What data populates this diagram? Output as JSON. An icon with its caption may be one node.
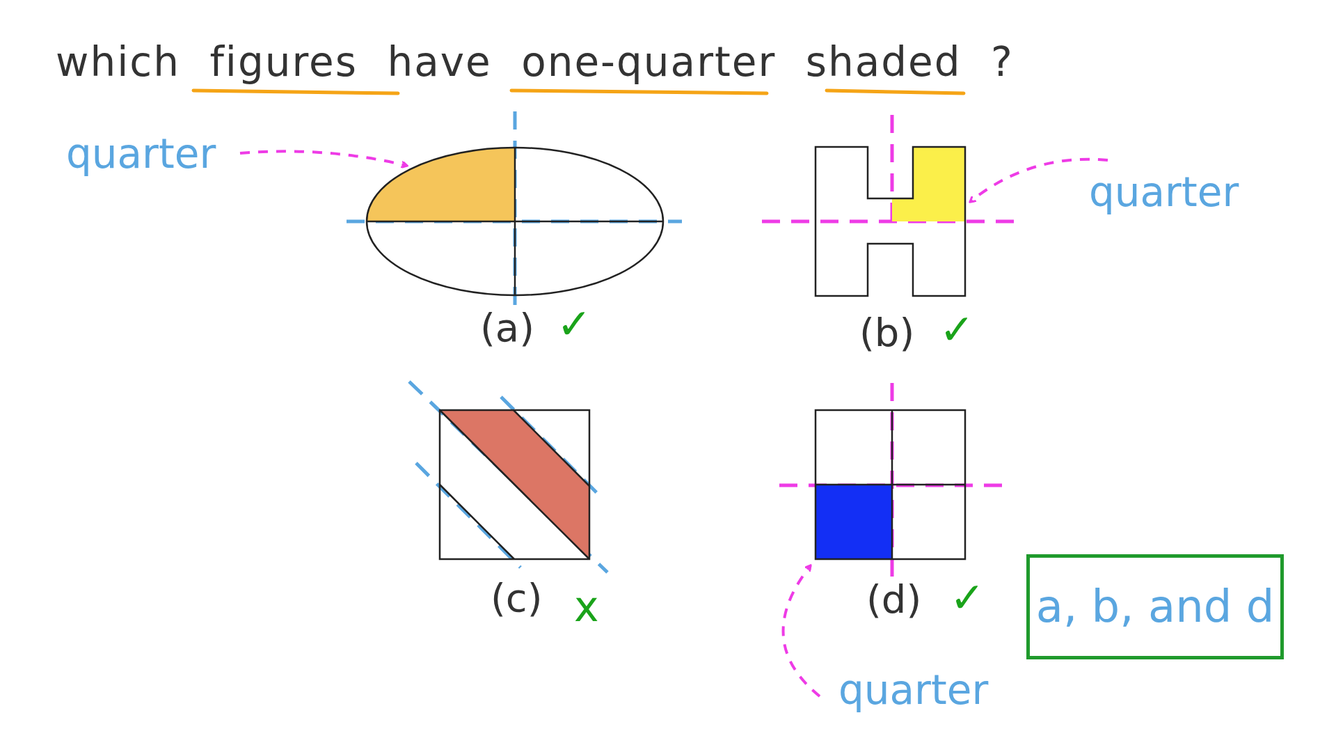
{
  "diagram": {
    "title": "which figures have one-quarter shaded ?",
    "nodes": [
      {
        "text": [
          "quarter"
        ]
      },
      {
        "text": [],
        "shape": "ellipse",
        "beside": [
          "(a)",
          "✓"
        ]
      },
      {
        "text": [
          "quarter"
        ]
      },
      {
        "text": [],
        "shape": "polygon",
        "beside": [
          "(b)",
          "✓"
        ]
      },
      {
        "text": [],
        "shape": "box",
        "beside": [
          "(c)",
          "x"
        ]
      },
      {
        "text": [],
        "shape": "box",
        "beside": [
          "(d)",
          "✓"
        ]
      },
      {
        "text": [
          "quarter"
        ]
      },
      {
        "text": [
          "a, b, and d"
        ]
      }
    ],
    "edges": [
      {
        "from": 0,
        "to": 1,
        "arrow": "to",
        "style": "dashed"
      },
      {
        "from": 2,
        "to": 3,
        "arrow": "to",
        "style": "dashed"
      },
      {
        "from": 6,
        "to": 5,
        "arrow": "to",
        "style": "dashed"
      }
    ]
  }
}
